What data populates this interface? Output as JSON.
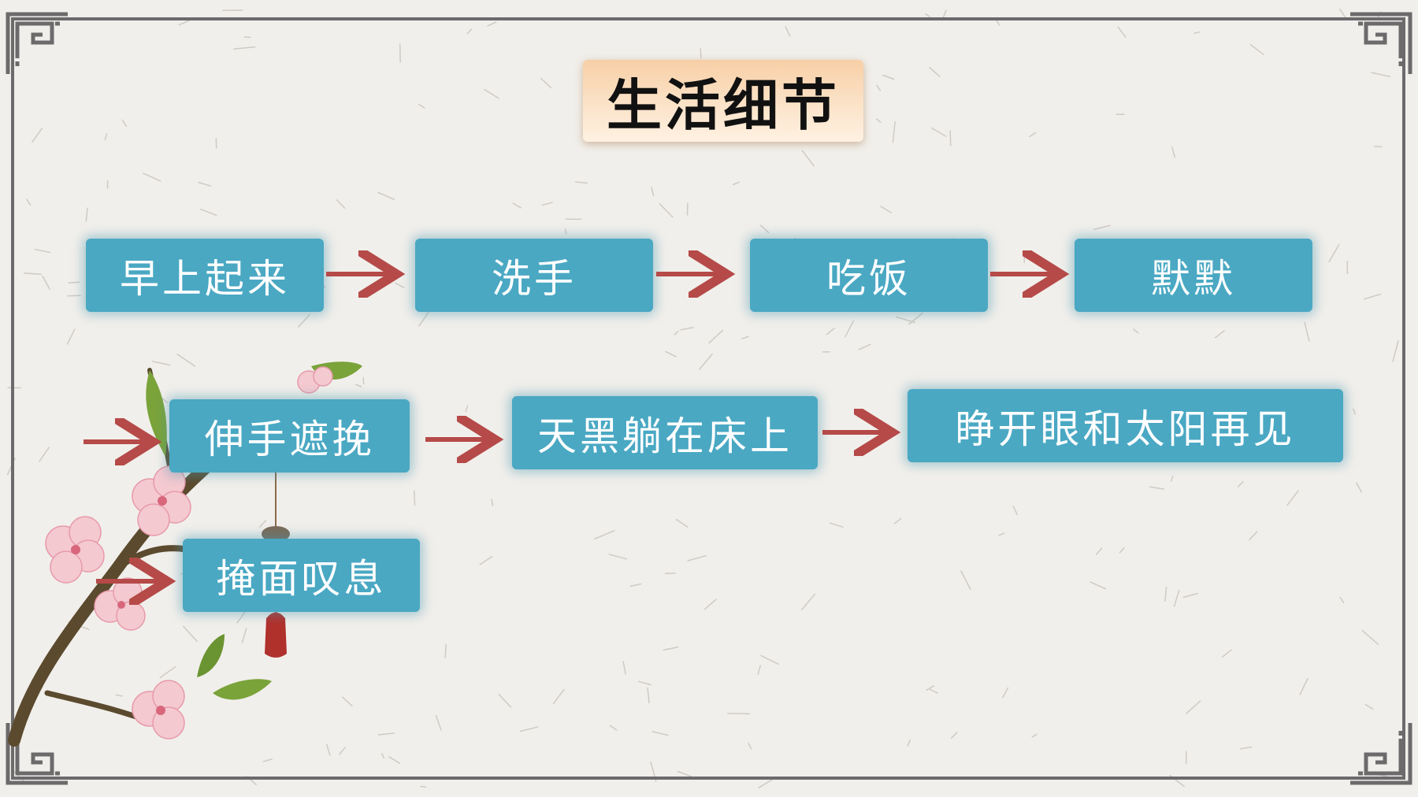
{
  "title": "生活细节",
  "nodes": [
    {
      "id": "n1",
      "label": "早上起来"
    },
    {
      "id": "n2",
      "label": "洗手"
    },
    {
      "id": "n3",
      "label": "吃饭"
    },
    {
      "id": "n4",
      "label": "默默"
    },
    {
      "id": "n5",
      "label": "伸手遮挽"
    },
    {
      "id": "n6",
      "label": "天黑躺在床上"
    },
    {
      "id": "n7",
      "label": "睁开眼和太阳再见"
    },
    {
      "id": "n8",
      "label": "掩面叹息"
    }
  ],
  "colors": {
    "node_fill": "#4aa8c3",
    "node_text": "#ffffff",
    "arrow": "#b54a48",
    "title_fill": "#f8cfa6",
    "frame": "#6d6a6c",
    "paper": "#f1efeb"
  },
  "icons": [
    "corner-fret-ornament",
    "peach-blossom-branch",
    "red-tassel"
  ]
}
